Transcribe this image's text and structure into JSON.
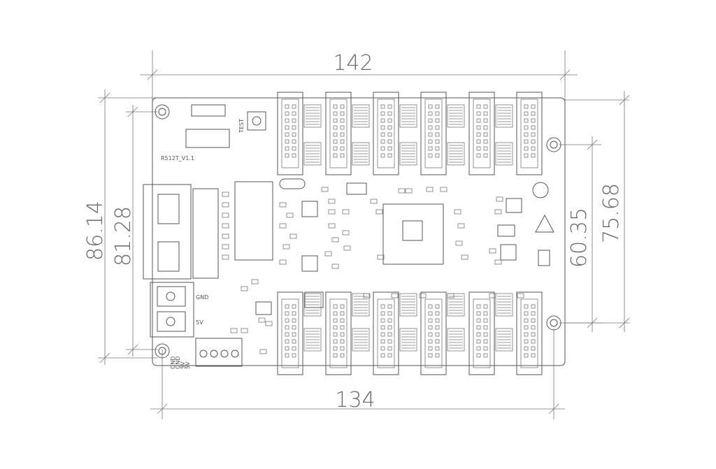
{
  "dimensions": {
    "top_width": "142",
    "bottom_width": "134",
    "left_outer_height": "86.14",
    "left_inner_height": "81.28",
    "right_inner_height": "60.35",
    "right_outer_height": "75.68"
  },
  "board_labels": {
    "model": "R512T_V1.1",
    "test_button": "TEST",
    "gnd_terminal": "GND",
    "five_v_terminal": "5V",
    "power_pins": [
      "GND",
      "GND",
      "5V",
      "5V"
    ]
  }
}
